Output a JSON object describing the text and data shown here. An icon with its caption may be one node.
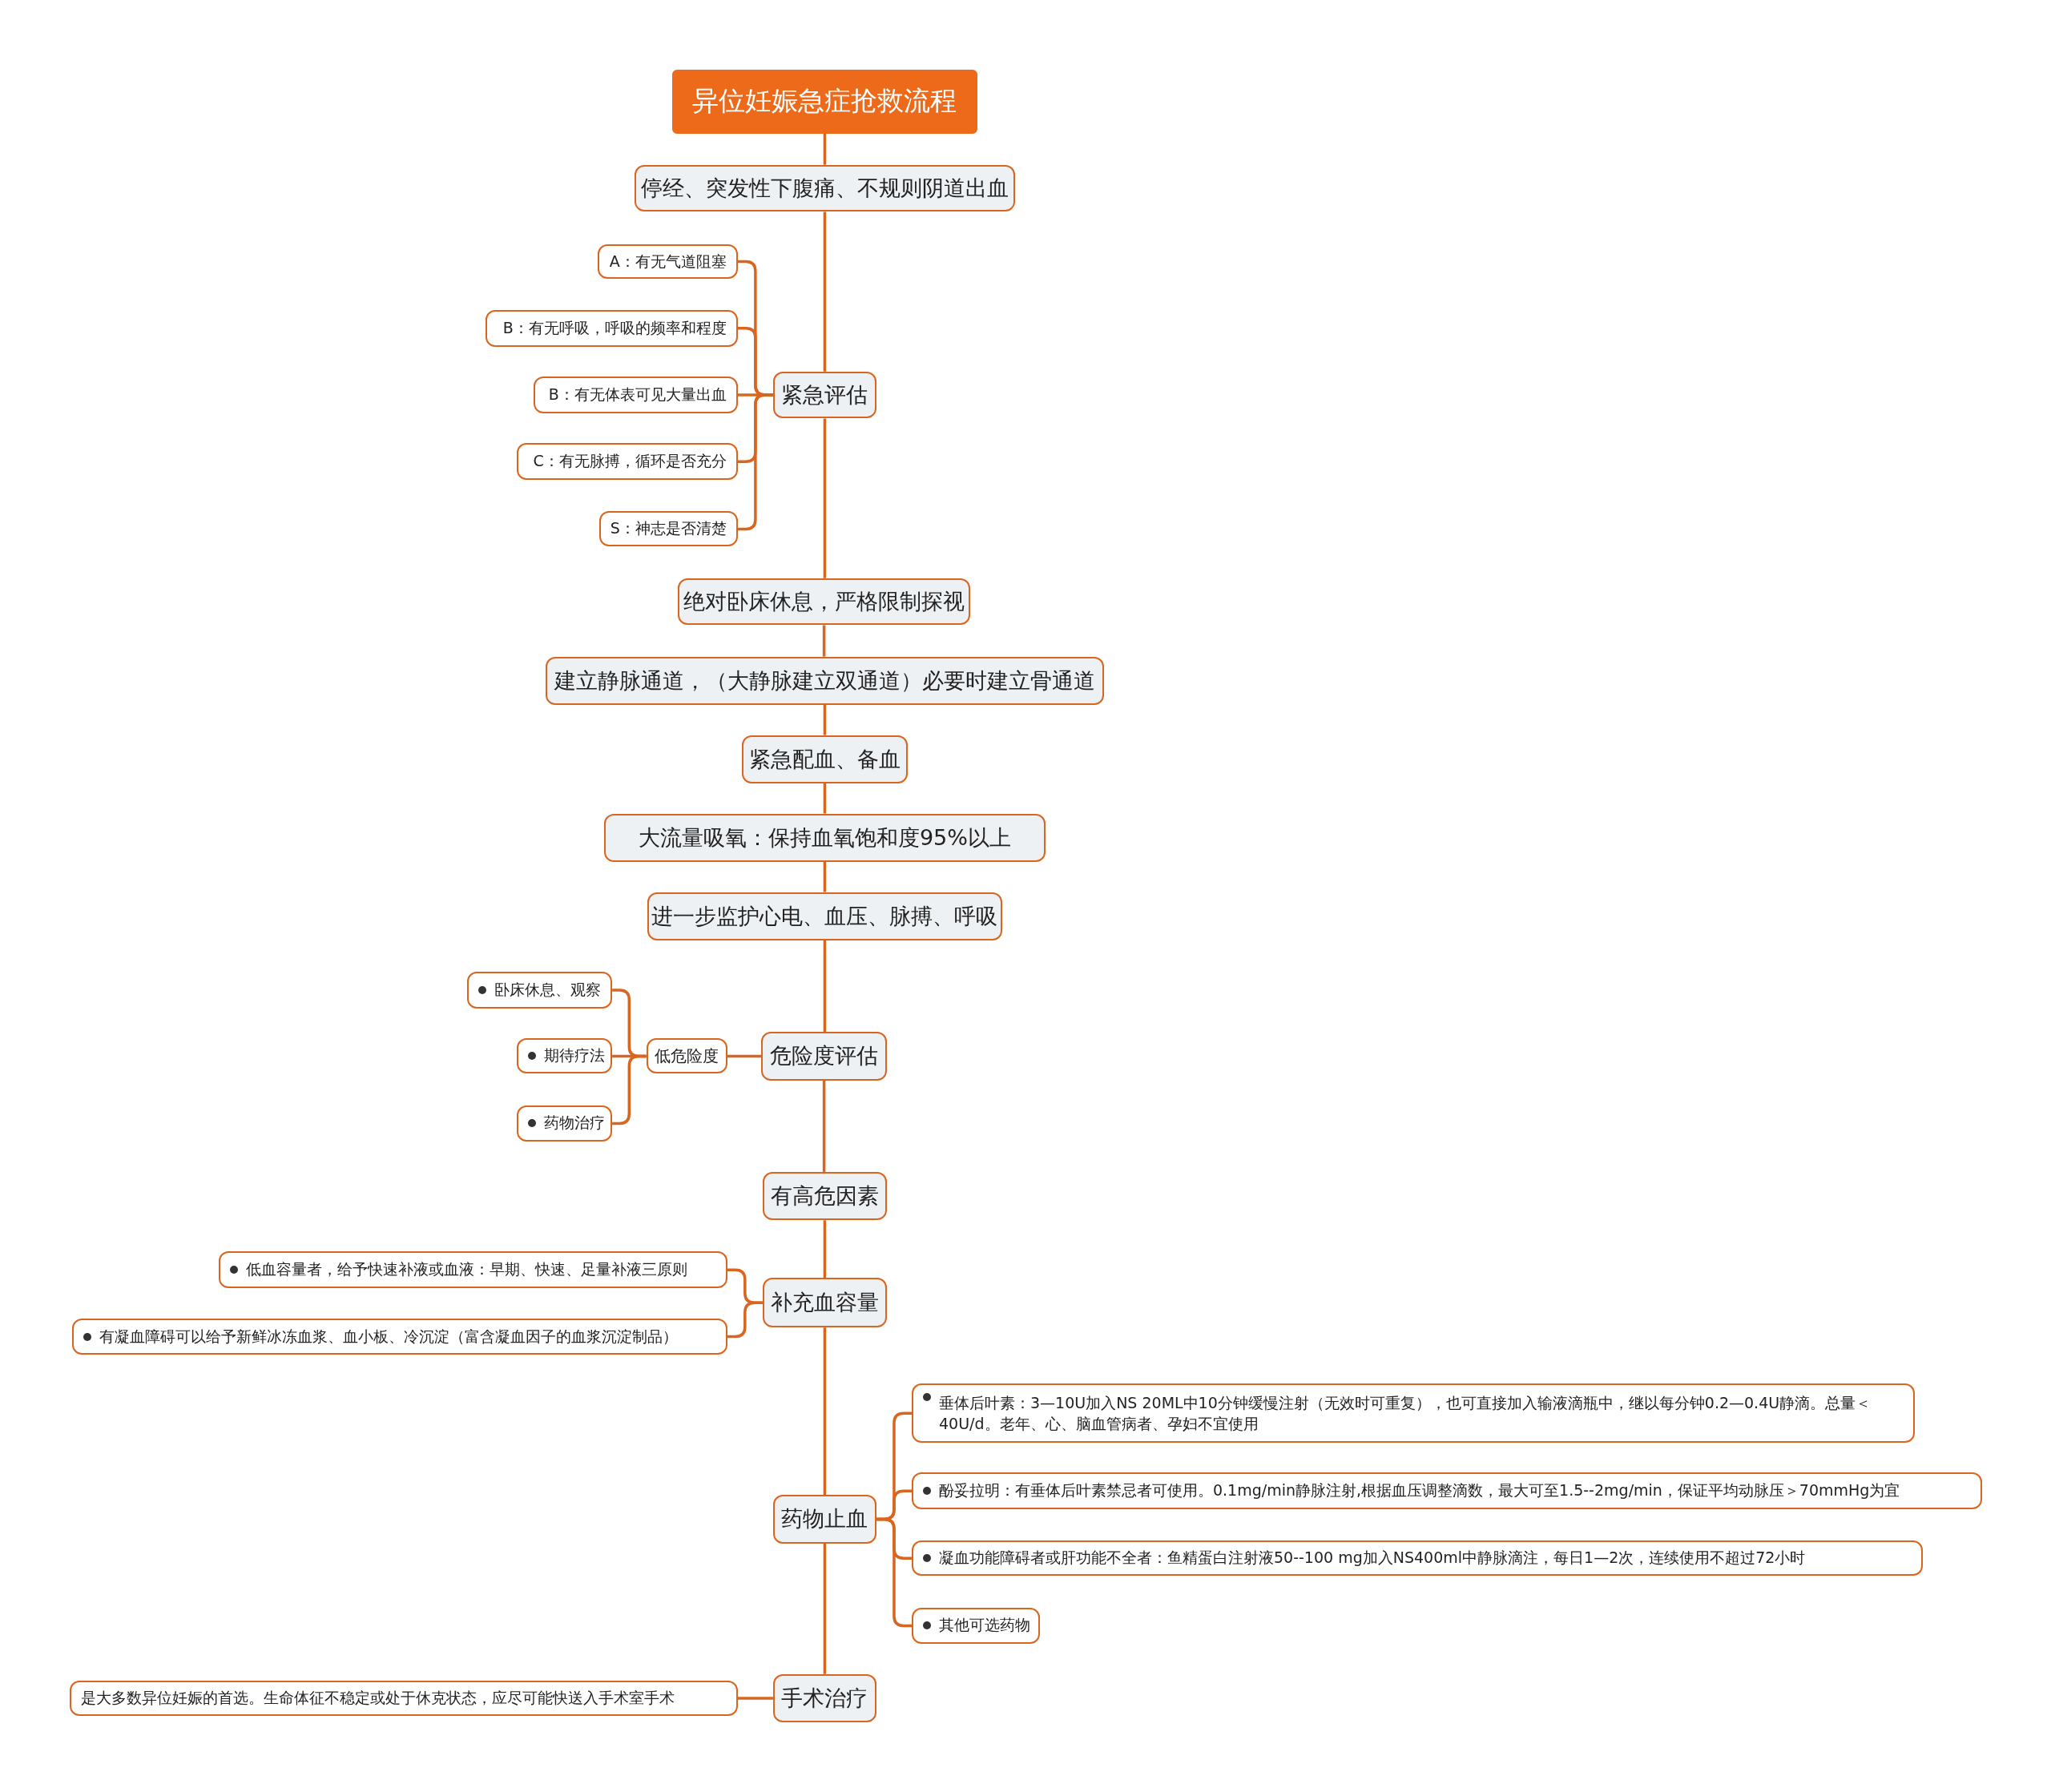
{
  "diagram": {
    "nodes": [
      {
        "text": [
          "异位妊娠急症抢救流程"
        ]
      },
      {
        "text": [
          "停经、突发性下腹痛、不规则阴道出血"
        ]
      },
      {
        "text": [
          "紧急评估"
        ]
      },
      {
        "text": [
          "A：有无气道阻塞"
        ]
      },
      {
        "text": [
          "B：有无呼吸，呼吸的频率和程度"
        ]
      },
      {
        "text": [
          "B：有无体表可见大量出血"
        ]
      },
      {
        "text": [
          "C：有无脉搏，循环是否充分"
        ]
      },
      {
        "text": [
          "S：神志是否清楚"
        ]
      },
      {
        "text": [
          "绝对卧床休息，严格限制探视"
        ]
      },
      {
        "text": [
          "建立静脉通道，（大静脉建立双通道）必要时建立骨通道"
        ]
      },
      {
        "text": [
          "紧急配血、备血"
        ]
      },
      {
        "text": [
          "大流量吸氧：保持血氧饱和度95%以上"
        ]
      },
      {
        "text": [
          "进一步监护心电、血压、脉搏、呼吸"
        ]
      },
      {
        "text": [
          "危险度评估"
        ]
      },
      {
        "text": [
          "低危险度"
        ]
      },
      {
        "text": [
          "卧床休息、观察"
        ]
      },
      {
        "text": [
          "期待疗法"
        ]
      },
      {
        "text": [
          "药物治疗"
        ]
      },
      {
        "text": [
          "有高危因素"
        ]
      },
      {
        "text": [
          "补充血容量"
        ]
      },
      {
        "text": [
          "低血容量者，给予快速补液或血液：早期、快速、足量补液三原则"
        ]
      },
      {
        "text": [
          "有凝血障碍可以给予新鲜冰冻血浆、血小板、冷沉淀（富含凝血因子的血浆沉淀制品）"
        ]
      },
      {
        "text": [
          "药物止血"
        ]
      },
      {
        "text": [
          "垂体后叶素：3—10U加入NS 20ML中10分钟缓慢注射（无效时可重复），也可直接加入输液滴瓶中，继以每分钟0.2—0.4U静滴。总量＜40U/d。老年、心、脑血管病者、孕妇不宜使用"
        ]
      },
      {
        "text": [
          "酚妥拉明：有垂体后叶素禁忌者可使用。0.1mg/min静脉注射,根据血压调整滴数，最大可至1.5--2mg/min，保证平均动脉压＞70mmHg为宜"
        ]
      },
      {
        "text": [
          "凝血功能障碍者或肝功能不全者：鱼精蛋白注射液50--100 mg加入NS400ml中静脉滴注，每日1—2次，连续使用不超过72小时"
        ]
      },
      {
        "text": [
          "其他可选药物"
        ]
      },
      {
        "text": [
          "手术治疗"
        ]
      },
      {
        "text": [
          "是大多数异位妊娠的首选。生命体征不稳定或处于休克状态，应尽可能快送入手术室手术"
        ]
      }
    ],
    "edges": [
      {
        "from": 0,
        "to": 1,
        "arrow": "none"
      },
      {
        "from": 1,
        "to": 2,
        "arrow": "none"
      },
      {
        "from": 2,
        "to": 3,
        "arrow": "none"
      },
      {
        "from": 2,
        "to": 4,
        "arrow": "none"
      },
      {
        "from": 2,
        "to": 5,
        "arrow": "none"
      },
      {
        "from": 2,
        "to": 6,
        "arrow": "none"
      },
      {
        "from": 2,
        "to": 7,
        "arrow": "none"
      },
      {
        "from": 2,
        "to": 8,
        "arrow": "none"
      },
      {
        "from": 8,
        "to": 9,
        "arrow": "none"
      },
      {
        "from": 9,
        "to": 10,
        "arrow": "none"
      },
      {
        "from": 10,
        "to": 11,
        "arrow": "none"
      },
      {
        "from": 11,
        "to": 12,
        "arrow": "none"
      },
      {
        "from": 12,
        "to": 13,
        "arrow": "none"
      },
      {
        "from": 13,
        "to": 14,
        "arrow": "none"
      },
      {
        "from": 14,
        "to": 15,
        "arrow": "none"
      },
      {
        "from": 14,
        "to": 16,
        "arrow": "none"
      },
      {
        "from": 14,
        "to": 17,
        "arrow": "none"
      },
      {
        "from": 13,
        "to": 18,
        "arrow": "none"
      },
      {
        "from": 18,
        "to": 19,
        "arrow": "none"
      },
      {
        "from": 19,
        "to": 20,
        "arrow": "none"
      },
      {
        "from": 19,
        "to": 21,
        "arrow": "none"
      },
      {
        "from": 19,
        "to": 22,
        "arrow": "none"
      },
      {
        "from": 22,
        "to": 23,
        "arrow": "none"
      },
      {
        "from": 22,
        "to": 24,
        "arrow": "none"
      },
      {
        "from": 22,
        "to": 25,
        "arrow": "none"
      },
      {
        "from": 22,
        "to": 26,
        "arrow": "none"
      },
      {
        "from": 22,
        "to": 27,
        "arrow": "none"
      },
      {
        "from": 27,
        "to": 28,
        "arrow": "none"
      }
    ]
  }
}
